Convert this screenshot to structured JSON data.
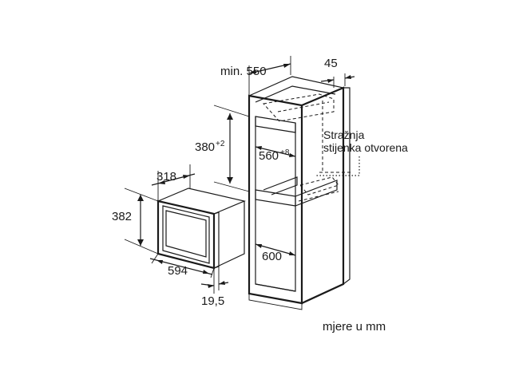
{
  "dimensions": {
    "cabinet_depth": "min. 550",
    "side_gap": "45",
    "niche_height": "380",
    "niche_height_tol": "+2",
    "niche_width": "560",
    "niche_width_tol": "+8",
    "cabinet_inner_width": "600",
    "appliance_depth": "318",
    "appliance_height": "382",
    "appliance_width": "594",
    "front_panel": "19,5"
  },
  "notes": {
    "back_wall_line1": "Stražnja",
    "back_wall_line2": "stijenka otvorena"
  },
  "units_label": "mjere u mm"
}
